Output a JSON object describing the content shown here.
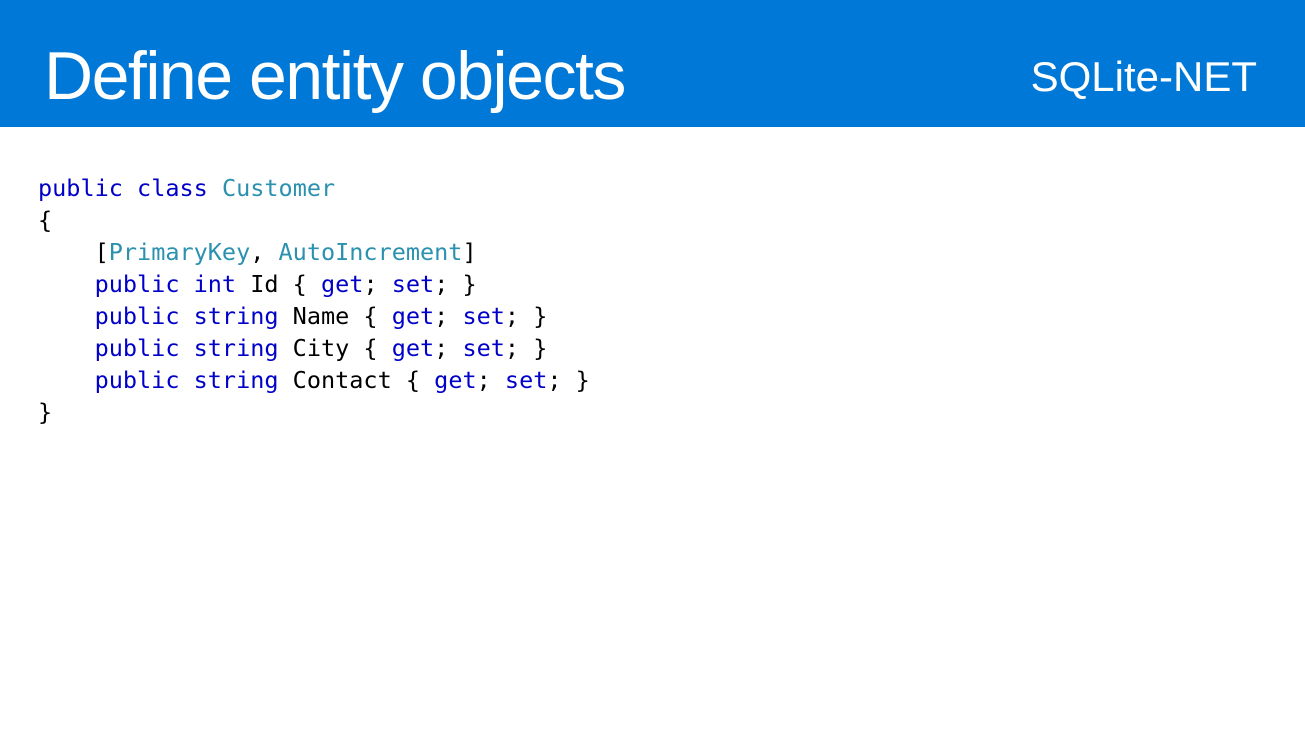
{
  "slide": {
    "title": "Define entity objects",
    "subtitle": "SQLite-NET",
    "code_lines": [
      [
        {
          "text": "public",
          "kind": "kw"
        },
        {
          "text": " ",
          "kind": "pl"
        },
        {
          "text": "class",
          "kind": "kw"
        },
        {
          "text": " ",
          "kind": "pl"
        },
        {
          "text": "Customer",
          "kind": "ty"
        }
      ],
      [
        {
          "text": "{",
          "kind": "pl"
        }
      ],
      [
        {
          "text": "    [",
          "kind": "pl"
        },
        {
          "text": "PrimaryKey",
          "kind": "ty"
        },
        {
          "text": ", ",
          "kind": "pl"
        },
        {
          "text": "AutoIncrement",
          "kind": "ty"
        },
        {
          "text": "]",
          "kind": "pl"
        }
      ],
      [
        {
          "text": "    ",
          "kind": "pl"
        },
        {
          "text": "public",
          "kind": "kw"
        },
        {
          "text": " ",
          "kind": "pl"
        },
        {
          "text": "int",
          "kind": "kw"
        },
        {
          "text": " Id { ",
          "kind": "pl"
        },
        {
          "text": "get",
          "kind": "kw"
        },
        {
          "text": "; ",
          "kind": "pl"
        },
        {
          "text": "set",
          "kind": "kw"
        },
        {
          "text": "; }",
          "kind": "pl"
        }
      ],
      [
        {
          "text": "    ",
          "kind": "pl"
        },
        {
          "text": "public",
          "kind": "kw"
        },
        {
          "text": " ",
          "kind": "pl"
        },
        {
          "text": "string",
          "kind": "kw"
        },
        {
          "text": " Name { ",
          "kind": "pl"
        },
        {
          "text": "get",
          "kind": "kw"
        },
        {
          "text": "; ",
          "kind": "pl"
        },
        {
          "text": "set",
          "kind": "kw"
        },
        {
          "text": "; }",
          "kind": "pl"
        }
      ],
      [
        {
          "text": "    ",
          "kind": "pl"
        },
        {
          "text": "public",
          "kind": "kw"
        },
        {
          "text": " ",
          "kind": "pl"
        },
        {
          "text": "string",
          "kind": "kw"
        },
        {
          "text": " City { ",
          "kind": "pl"
        },
        {
          "text": "get",
          "kind": "kw"
        },
        {
          "text": "; ",
          "kind": "pl"
        },
        {
          "text": "set",
          "kind": "kw"
        },
        {
          "text": "; }",
          "kind": "pl"
        }
      ],
      [
        {
          "text": "    ",
          "kind": "pl"
        },
        {
          "text": "public",
          "kind": "kw"
        },
        {
          "text": " ",
          "kind": "pl"
        },
        {
          "text": "string",
          "kind": "kw"
        },
        {
          "text": " Contact { ",
          "kind": "pl"
        },
        {
          "text": "get",
          "kind": "kw"
        },
        {
          "text": "; ",
          "kind": "pl"
        },
        {
          "text": "set",
          "kind": "kw"
        },
        {
          "text": "; }",
          "kind": "pl"
        }
      ],
      [
        {
          "text": "}",
          "kind": "pl"
        }
      ]
    ]
  },
  "colors": {
    "header_background": "#0078d7",
    "header_text": "#ffffff",
    "code_keyword": "#0000c8",
    "code_type": "#2b91af",
    "code_plain": "#000000"
  }
}
